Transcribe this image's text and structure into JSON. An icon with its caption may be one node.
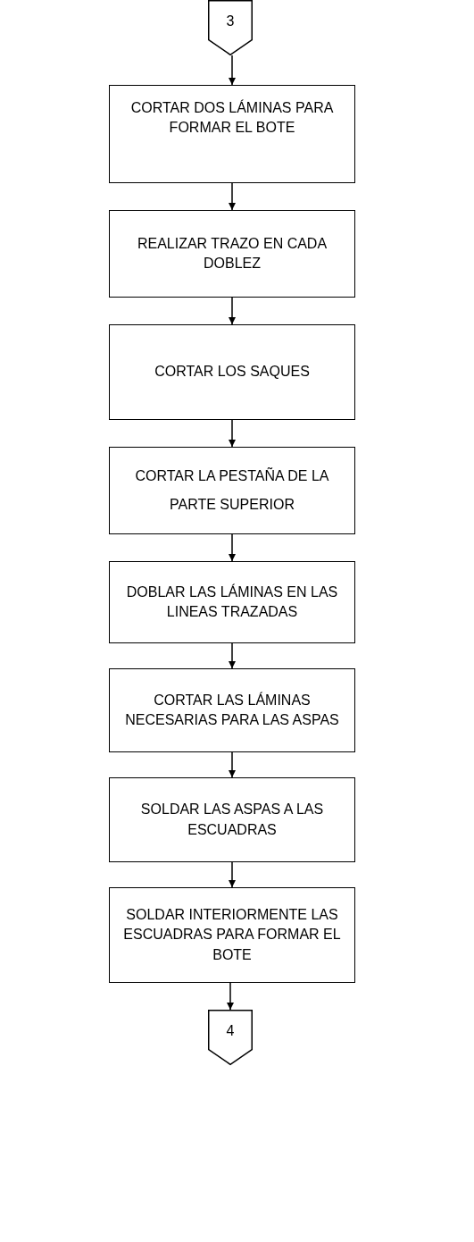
{
  "diagram": {
    "nodes": [
      {
        "text": [
          "3"
        ]
      },
      {
        "text": [
          "CORTAR DOS LÁMINAS PARA FORMAR EL BOTE"
        ]
      },
      {
        "text": [
          "REALIZAR TRAZO EN CADA DOBLEZ"
        ]
      },
      {
        "text": [
          "CORTAR LOS SAQUES"
        ]
      },
      {
        "text": [
          "CORTAR LA PESTAÑA DE LA PARTE SUPERIOR"
        ]
      },
      {
        "text": [
          "DOBLAR LAS LÁMINAS EN LAS LINEAS TRAZADAS"
        ]
      },
      {
        "text": [
          "CORTAR LAS LÁMINAS NECESARIAS PARA LAS ASPAS"
        ]
      },
      {
        "text": [
          "SOLDAR LAS ASPAS A LAS ESCUADRAS"
        ]
      },
      {
        "text": [
          "SOLDAR INTERIORMENTE LAS ESCUADRAS PARA FORMAR EL BOTE"
        ]
      },
      {
        "text": [
          "4"
        ]
      }
    ],
    "edges": [
      {
        "from": 0,
        "to": 1,
        "arrow": "to"
      },
      {
        "from": 1,
        "to": 2,
        "arrow": "to"
      },
      {
        "from": 2,
        "to": 3,
        "arrow": "to"
      },
      {
        "from": 3,
        "to": 4,
        "arrow": "to"
      },
      {
        "from": 4,
        "to": 5,
        "arrow": "to"
      },
      {
        "from": 5,
        "to": 6,
        "arrow": "to"
      },
      {
        "from": 6,
        "to": 7,
        "arrow": "to"
      },
      {
        "from": 7,
        "to": 8,
        "arrow": "to"
      },
      {
        "from": 8,
        "to": 9,
        "arrow": "to"
      }
    ]
  }
}
